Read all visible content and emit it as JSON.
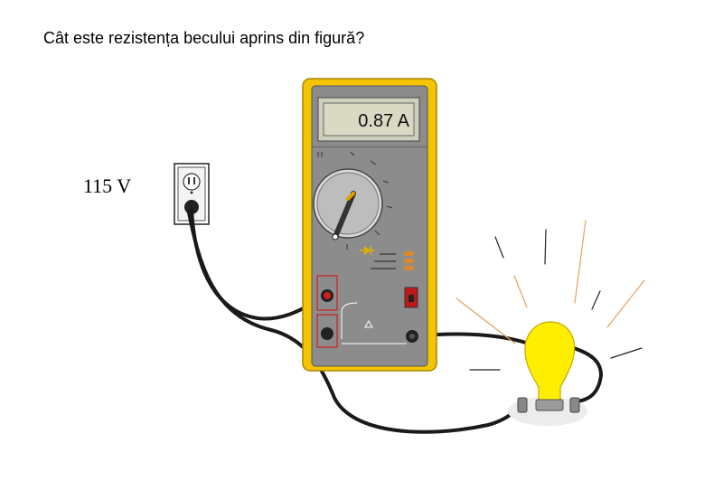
{
  "question": "Cât este rezistența becului aprins din figură?",
  "source": {
    "voltage_label": "115 V"
  },
  "multimeter": {
    "display_reading": "0.87 A"
  },
  "colors": {
    "meter_body": "#f5c400",
    "meter_face": "#8c8c8c",
    "lcd": "#d9d9c4",
    "bulb": "#ffee00",
    "rays": "#e8a060",
    "wire": "#1a1a1a",
    "terminal_frame": "#d02020"
  }
}
